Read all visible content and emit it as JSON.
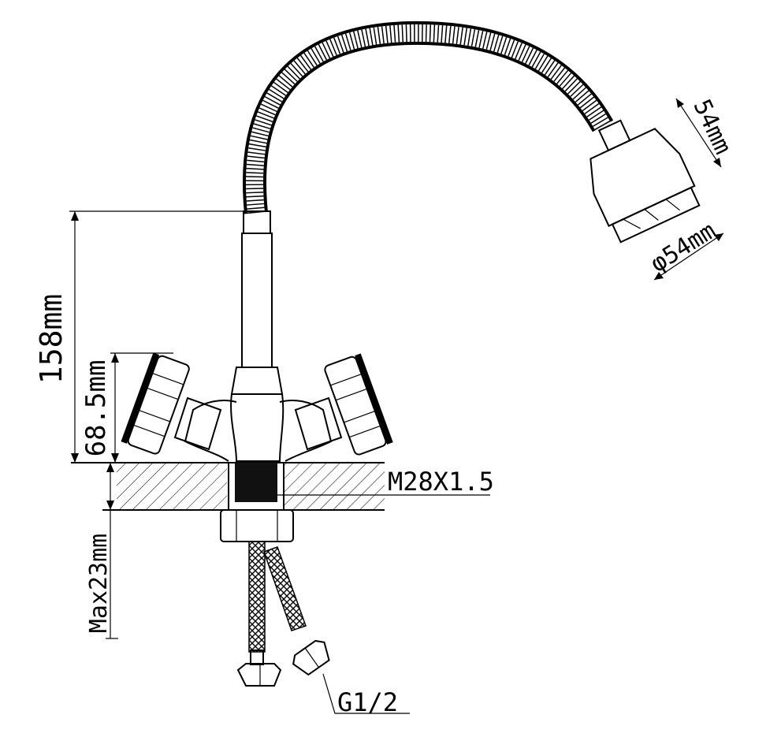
{
  "dimensions": {
    "height_total": "158mm",
    "height_handles": "68.5mm",
    "head_length": "54mm",
    "head_diameter": "φ54mm",
    "thread": "M28X1.5",
    "under_counter": "Max23mm",
    "hose_connection": "G1/2"
  },
  "colors": {
    "line": "#000000",
    "background": "#ffffff",
    "thread_fill": "#111111"
  }
}
